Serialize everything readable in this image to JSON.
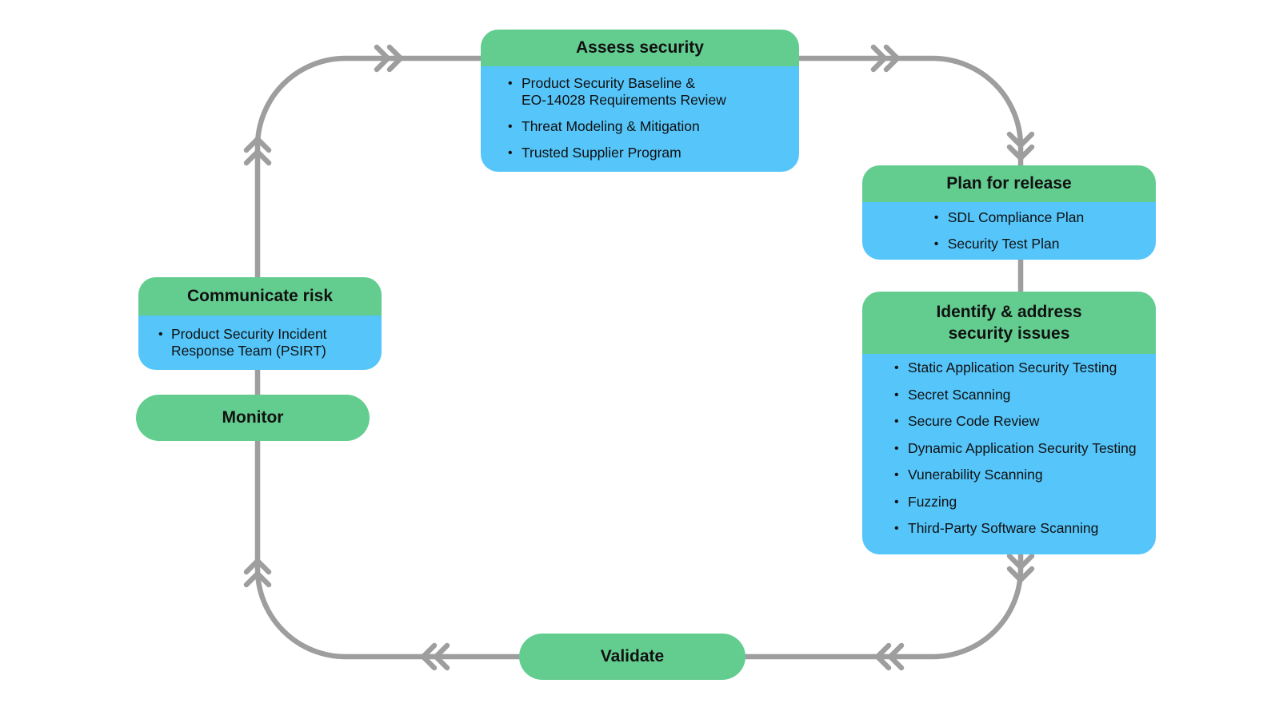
{
  "diagram": {
    "type": "cycle-flow",
    "description": "Secure development lifecycle loop, clockwise flow",
    "colors": {
      "header_green": "#63cd90",
      "body_blue": "#55c5fa",
      "connector_gray": "#9e9e9e",
      "text": "#111111",
      "background": "#ffffff"
    },
    "flow_order": [
      "Assess security",
      "Plan for release",
      "Identify & address security issues",
      "Validate",
      "Monitor",
      "Communicate risk"
    ],
    "nodes": {
      "assess": {
        "title": "Assess security",
        "items": [
          "Product Security Baseline &\nEO-14028 Requirements Review",
          "Threat Modeling & Mitigation",
          "Trusted Supplier Program"
        ]
      },
      "plan": {
        "title": "Plan for release",
        "items": [
          "SDL Compliance Plan",
          "Security Test Plan"
        ]
      },
      "identify": {
        "title": "Identify & address\nsecurity issues",
        "items": [
          "Static Application Security Testing",
          "Secret Scanning",
          "Secure Code Review",
          "Dynamic Application Security Testing",
          "Vunerability Scanning",
          "Fuzzing",
          "Third-Party Software Scanning"
        ]
      },
      "validate": {
        "title": "Validate"
      },
      "monitor": {
        "title": "Monitor"
      },
      "communicate": {
        "title": "Communicate risk",
        "items": [
          "Product Security Incident\nResponse Team (PSIRT)"
        ]
      }
    }
  }
}
